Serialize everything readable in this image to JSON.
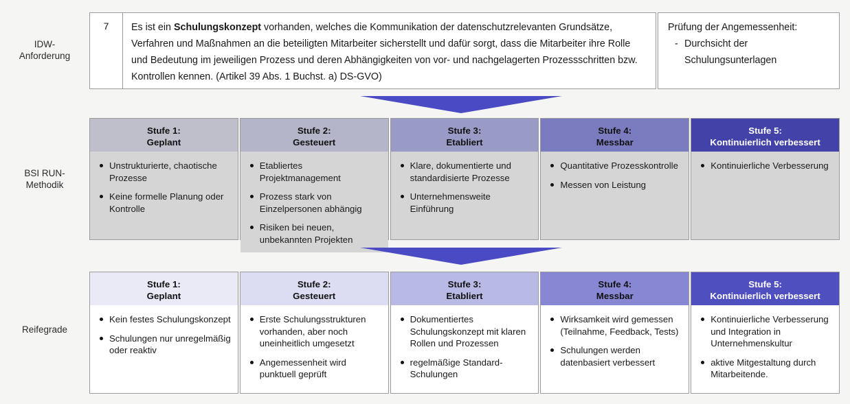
{
  "rows": {
    "idw_label": "IDW-\nAnforderung",
    "bsi_label": "BSI RUN-\nMethodik",
    "reife_label": "Reifegrade"
  },
  "idw": {
    "number": "7",
    "requirement_prefix": "Es ist ein ",
    "requirement_bold": "Schulungskonzept",
    "requirement_suffix": " vorhanden, welches die Kommunikation der datenschutzrelevanten Grundsätze, Verfahren und Maßnahmen an die beteiligten Mitarbeiter sicherstellt und dafür sorgt, dass die Mitarbeiter ihre Rolle und Bedeutung im jeweiligen Prozess und deren Abhängigkeiten von vor- und nachgelagerten Prozessschritten bzw. Kontrollen kennen. (Artikel 39 Abs. 1 Buchst. a) DS-GVO)",
    "check_title": "Prüfung der Angemessenheit:",
    "check_dash": "-",
    "check_item": "Durchsicht der Schulungsunterlagen"
  },
  "colors": {
    "arrow": "#4a4ac4",
    "page_background": "#f5f5f4",
    "border": "#9b9b9b",
    "bsi_header": [
      "#bfbfcb",
      "#b5b5c9",
      "#9a9ac6",
      "#7b7bc0",
      "#4242a8"
    ],
    "bsi_body": "#d5d5d5",
    "reife_header": [
      "#eaeaf7",
      "#dcdcf3",
      "#b9b9e6",
      "#8787d4",
      "#4f4fc0"
    ],
    "reife_body": "#ffffff",
    "bsi_header_text": [
      "#111111",
      "#111111",
      "#111111",
      "#111111",
      "#ffffff"
    ],
    "reife_header_text": [
      "#111111",
      "#111111",
      "#111111",
      "#111111",
      "#ffffff"
    ]
  },
  "stage_headers": [
    "Stufe 1:\nGeplant",
    "Stufe 2:\nGesteuert",
    "Stufe 3:\nEtabliert",
    "Stufe 4:\nMessbar",
    "Stufe 5:\nKontinuierlich verbessert"
  ],
  "bsi": {
    "columns": [
      {
        "items": [
          "Unstrukturierte, chaotische Prozesse",
          "Keine formelle Planung oder Kontrolle"
        ]
      },
      {
        "items": [
          "Etabliertes Projektmanagement",
          "Prozess stark von Einzelpersonen abhängig",
          "Risiken bei neuen, unbekannten Projekten"
        ]
      },
      {
        "items": [
          "Klare, dokumentierte und standardisierte Prozesse",
          "Unternehmensweite Einführung"
        ]
      },
      {
        "items": [
          "Quantitative Prozesskontrolle",
          "Messen von Leistung"
        ]
      },
      {
        "items": [
          "Kontinuierliche Verbesserung"
        ]
      }
    ]
  },
  "reifegrade": {
    "columns": [
      {
        "items": [
          "Kein festes Schulungskonzept",
          "Schulungen nur unregelmäßig oder reaktiv"
        ]
      },
      {
        "items": [
          "Erste Schulungsstrukturen vorhanden, aber noch uneinheitlich umgesetzt",
          "Angemessenheit wird punktuell geprüft"
        ]
      },
      {
        "items": [
          "Dokumentiertes Schulungskonzept mit klaren Rollen und Prozessen",
          "regelmäßige Standard-Schulungen"
        ]
      },
      {
        "items": [
          "Wirksamkeit wird gemessen (Teilnahme, Feedback, Tests)",
          "Schulungen werden datenbasiert verbessert"
        ]
      },
      {
        "items": [
          "Kontinuierliche Verbesserung und Integration in Unternehmenskultur",
          " aktive Mitgestaltung durch Mitarbeitende."
        ]
      }
    ]
  }
}
